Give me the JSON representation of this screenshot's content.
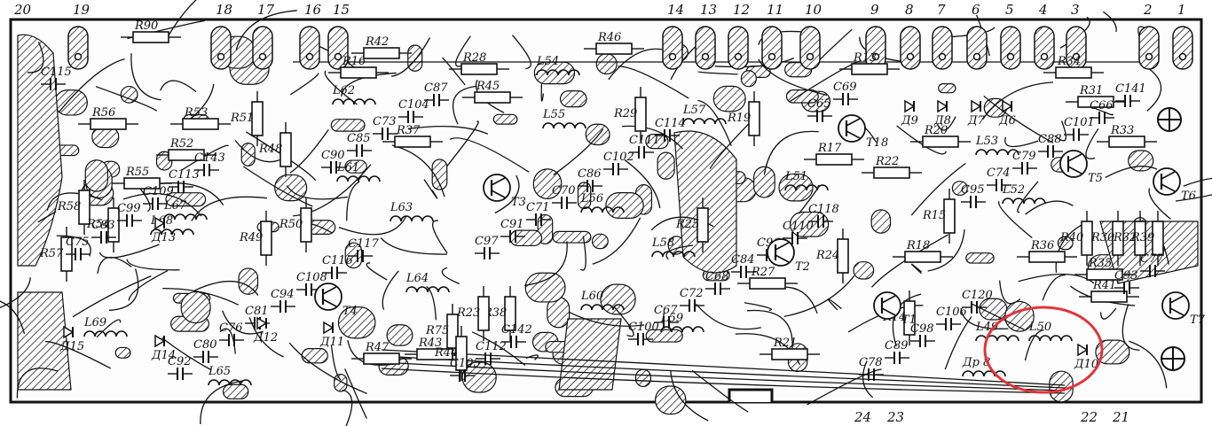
{
  "connector_pins_top": [
    "20",
    "19",
    "18",
    "17",
    "16",
    "15",
    "14",
    "13",
    "12",
    "11",
    "10",
    "9",
    "8",
    "7",
    "6",
    "5",
    "4",
    "3",
    "2",
    "1"
  ],
  "connector_pins_bottom": [
    "24",
    "23",
    "22",
    "21"
  ],
  "resistors_horizontal": [
    "R90",
    "R56",
    "R53",
    "R52",
    "R55",
    "R16",
    "R42",
    "R28",
    "R45",
    "R46",
    "R13",
    "R34",
    "R31",
    "R37",
    "R22",
    "R20",
    "R17",
    "R18",
    "R27",
    "R21",
    "R47",
    "R43",
    "R41",
    "R35",
    "R36",
    "R33"
  ],
  "resistors_vertical": [
    "R58",
    "R57",
    "R54",
    "R51",
    "R48",
    "R50",
    "R49",
    "R29",
    "R19",
    "R25",
    "R24",
    "R15",
    "R14",
    "R38",
    "R23",
    "R75",
    "R44",
    "R40",
    "R30",
    "R32",
    "R39"
  ],
  "capacitors": [
    "C115",
    "C143",
    "C117",
    "C142",
    "C114",
    "C118",
    "C120",
    "C141",
    "C113",
    "C116",
    "C112",
    "C111",
    "C110",
    "C106",
    "C66",
    "C109",
    "C108",
    "C105",
    "C102",
    "C96",
    "C98",
    "C101",
    "C99",
    "C94",
    "C87",
    "C86",
    "C84",
    "C89",
    "C88",
    "C83",
    "C81",
    "C104",
    "C70",
    "C68",
    "C78",
    "C79",
    "C75",
    "C76",
    "C73",
    "C71",
    "C72",
    "C69",
    "C74",
    "C77",
    "C80",
    "C85",
    "C91",
    "C67",
    "C65",
    "C95",
    "C93",
    "C92",
    "C90",
    "C97",
    "C100"
  ],
  "inductors": [
    "L69",
    "L65",
    "L67",
    "L68",
    "L61",
    "L62",
    "L63",
    "L64",
    "L54",
    "L55",
    "L56",
    "L57",
    "L58",
    "L59",
    "L60",
    "L51",
    "L52",
    "L53",
    "L49",
    "L50",
    "Др 8"
  ],
  "diodes": [
    "Д15",
    "Д14",
    "Д13",
    "Д12",
    "Д11",
    "Д10",
    "Д9",
    "Д8",
    "Д7",
    "Д6"
  ],
  "transistors": [
    "T1",
    "T2",
    "T3",
    "T4",
    "T5",
    "T6",
    "T7",
    "T18"
  ],
  "highlight_label": "Д10"
}
